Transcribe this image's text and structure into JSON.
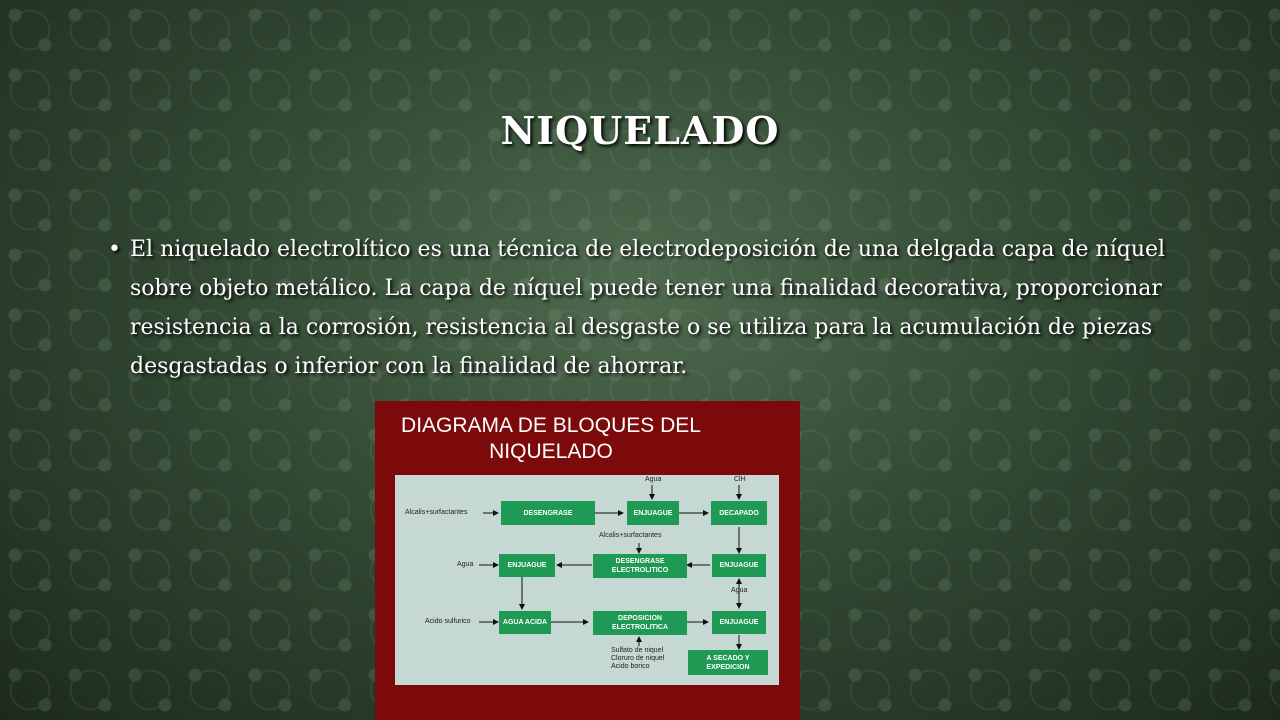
{
  "slide": {
    "title": "NIQUELADO",
    "bullet_symbol": "•",
    "bullet_text": "El niquelado electrolítico es una técnica de electrodeposición de una delgada capa de níquel sobre objeto metálico. La capa de níquel puede tener una finalidad decorativa, proporcionar resistencia a la corrosión, resistencia al desgaste o se utiliza para la acumulación de piezas desgastadas o inferior con la finalidad de ahorrar."
  },
  "diagram": {
    "title": "DIAGRAMA DE BLOQUES DEL NIQUELADO",
    "boxes": {
      "desengrase": "DESENGRASE",
      "enjuague_1": "ENJUAGUE",
      "decapado": "DECAPADO",
      "enjuague_2": "ENJUAGUE",
      "desengrase_electrolitico": "DESENGRASE\nELECTROLITICO",
      "enjuague_3": "ENJUAGUE",
      "agua_acida": "AGUA ACIDA",
      "deposicion_electrolitica": "DEPOSICION\nELECTROLITICA",
      "enjuague_4": "ENJUAGUE",
      "secado_expedicion": "A SECADO Y\nEXPEDICION"
    },
    "labels": {
      "alcalis_1": "Alcalis+surfactantes",
      "agua_top": "Agua",
      "clh": "ClH",
      "alcalis_2": "Alcalis+surfactantes",
      "agua_left": "Agua",
      "agua_right": "Agua",
      "acido": "Acido sulfurico",
      "sales": "Sulfato de niquel\nCloruro de niquel\nAcido borico"
    },
    "colors": {
      "panel": "#7d0a0a",
      "diagram_bg": "#c6d8d4",
      "box": "#1e9a55"
    }
  }
}
